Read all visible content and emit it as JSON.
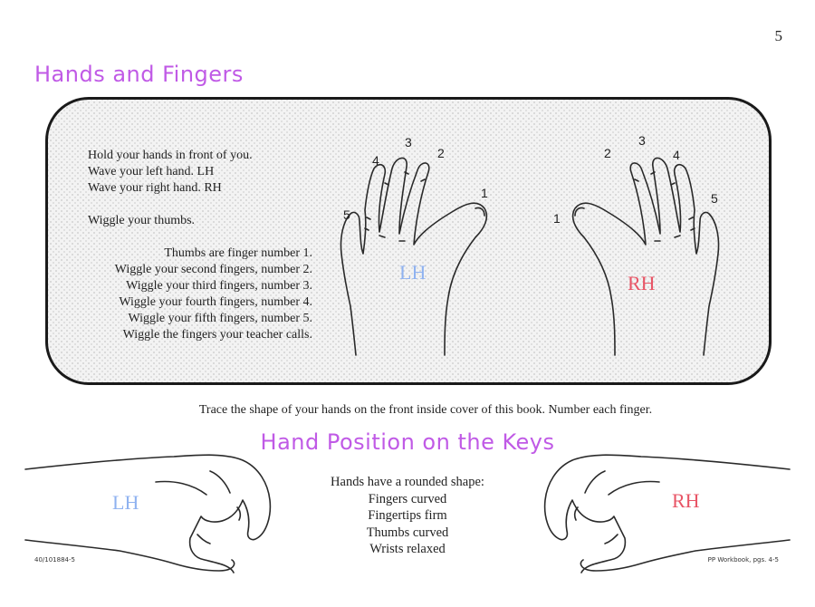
{
  "page_number": "5",
  "section1": {
    "title": "Hands and Fingers",
    "instructions": [
      "Hold your hands in front of you.",
      "Wave your left hand.  LH",
      "Wave your right hand.  RH",
      "Wiggle your thumbs.",
      "Thumbs are finger number 1.",
      "Wiggle your second fingers, number 2.",
      "Wiggle your third fingers, number 3.",
      "Wiggle your fourth fingers, number 4.",
      "Wiggle your fifth fingers, number 5.",
      "Wiggle the fingers your teacher calls."
    ],
    "left_hand": {
      "label": "LH",
      "finger_numbers": [
        "5",
        "4",
        "3",
        "2",
        "1"
      ]
    },
    "right_hand": {
      "label": "RH",
      "finger_numbers": [
        "1",
        "2",
        "3",
        "4",
        "5"
      ]
    }
  },
  "trace_text": "Trace the shape of your hands on the front inside cover of this book.  Number each finger.",
  "section2": {
    "title": "Hand Position on the Keys",
    "left_label": "LH",
    "right_label": "RH",
    "shape_lines": [
      "Hands have a rounded shape:",
      "Fingers curved",
      "Fingertips firm",
      "Thumbs curved",
      "Wrists relaxed"
    ]
  },
  "footer": {
    "code": "40/101884-5",
    "reference": "PP Workbook, pgs. 4-5"
  },
  "colors": {
    "title": "#c05ae6",
    "lh_label": "#8fb2f0",
    "rh_label": "#e85566",
    "ink": "#2a2a2a"
  }
}
